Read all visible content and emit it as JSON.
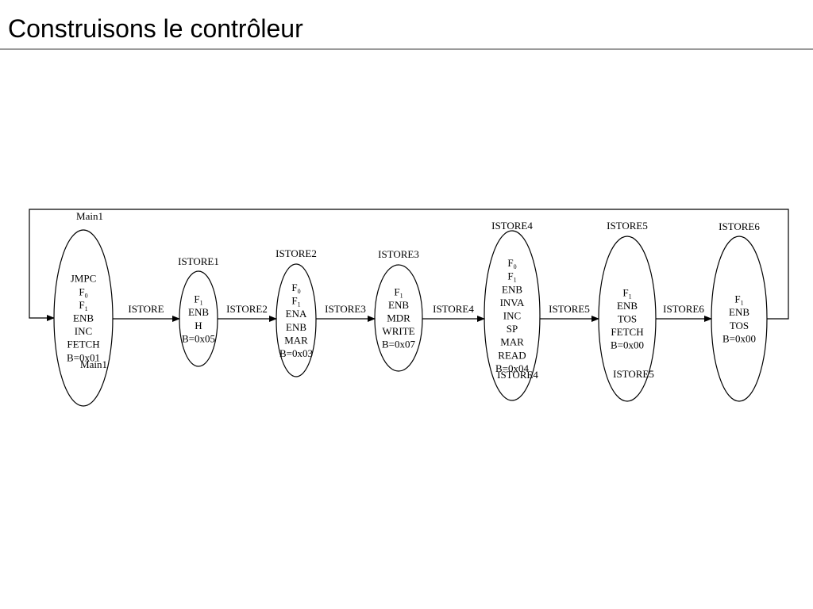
{
  "title": "Construisons le contrôleur",
  "states": [
    {
      "id": "main1",
      "top_label": "Main1",
      "bottom_label": "Main1",
      "lines": [
        [
          "JMPC"
        ],
        [
          "F",
          "0"
        ],
        [
          "F",
          "1"
        ],
        [
          "ENB"
        ],
        [
          "INC"
        ],
        [
          "FETCH"
        ],
        [
          "B=0x01"
        ]
      ]
    },
    {
      "id": "istore1",
      "top_label": "ISTORE1",
      "bottom_label": "",
      "lines": [
        [
          "F",
          "1"
        ],
        [
          "ENB"
        ],
        [
          "H"
        ],
        [
          "B=0x05"
        ]
      ]
    },
    {
      "id": "istore2",
      "top_label": "ISTORE2",
      "bottom_label": "",
      "lines": [
        [
          "F",
          "0"
        ],
        [
          "F",
          "1"
        ],
        [
          "ENA"
        ],
        [
          "ENB"
        ],
        [
          "MAR"
        ],
        [
          "B=0x03"
        ]
      ]
    },
    {
      "id": "istore3",
      "top_label": "ISTORE3",
      "bottom_label": "",
      "lines": [
        [
          "F",
          "1"
        ],
        [
          "ENB"
        ],
        [
          "MDR"
        ],
        [
          "WRITE"
        ],
        [
          "B=0x07"
        ]
      ]
    },
    {
      "id": "istore4",
      "top_label": "ISTORE4",
      "bottom_label": "ISTORE4",
      "lines": [
        [
          "F",
          "0"
        ],
        [
          "F",
          "1"
        ],
        [
          "ENB"
        ],
        [
          "INVA"
        ],
        [
          "INC"
        ],
        [
          "SP"
        ],
        [
          "MAR"
        ],
        [
          "READ"
        ],
        [
          "B=0x04"
        ]
      ]
    },
    {
      "id": "istore5",
      "top_label": "ISTORE5",
      "bottom_label": "ISTORE5",
      "lines": [
        [
          "F",
          "1"
        ],
        [
          "ENB"
        ],
        [
          "TOS"
        ],
        [
          "FETCH"
        ],
        [
          "B=0x00"
        ]
      ]
    },
    {
      "id": "istore6",
      "top_label": "ISTORE6",
      "bottom_label": "",
      "lines": [
        [
          "F",
          "1"
        ],
        [
          "ENB"
        ],
        [
          "TOS"
        ],
        [
          "B=0x00"
        ]
      ]
    }
  ],
  "transitions": [
    "ISTORE",
    "ISTORE2",
    "ISTORE3",
    "ISTORE4",
    "ISTORE5",
    "ISTORE6"
  ]
}
